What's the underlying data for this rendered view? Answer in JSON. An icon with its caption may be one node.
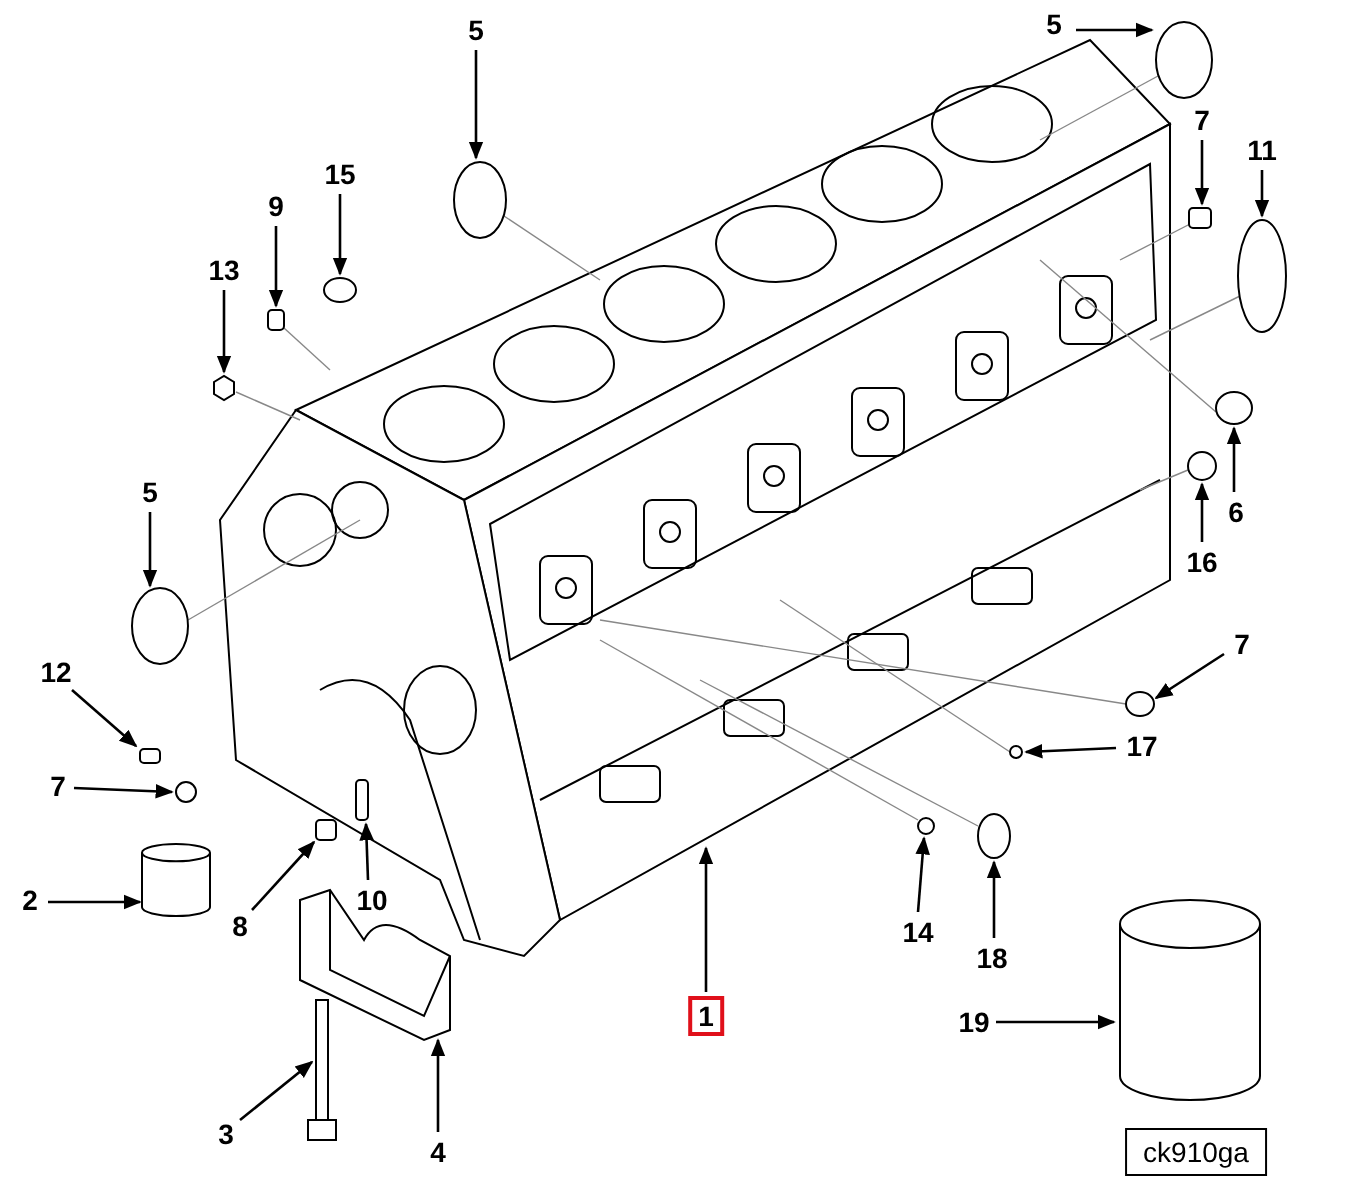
{
  "diagram": {
    "nodes": [
      {
        "text": [
          "5"
        ]
      },
      {
        "text": [
          "5"
        ]
      },
      {
        "text": [
          "7"
        ]
      },
      {
        "text": [
          "11"
        ]
      },
      {
        "text": [
          "9"
        ]
      },
      {
        "text": [
          "15"
        ]
      },
      {
        "text": [
          "13"
        ]
      },
      {
        "text": [
          "5"
        ]
      },
      {
        "text": [
          "6"
        ]
      },
      {
        "text": [
          "16"
        ]
      },
      {
        "text": [
          "12"
        ]
      },
      {
        "text": [
          "7"
        ]
      },
      {
        "text": [
          "7"
        ]
      },
      {
        "text": [
          "17"
        ]
      },
      {
        "text": [
          "2"
        ]
      },
      {
        "text": [
          "8"
        ]
      },
      {
        "text": [
          "10"
        ]
      },
      {
        "text": [
          "14"
        ]
      },
      {
        "text": [
          "18"
        ]
      },
      {
        "text": [
          "1"
        ]
      },
      {
        "text": [
          "19"
        ]
      },
      {
        "text": [
          "3"
        ]
      },
      {
        "text": [
          "4"
        ]
      },
      {
        "text": [
          "ck910ga"
        ]
      },
      {
        "text": [],
        "shape": "circle"
      },
      {
        "text": [],
        "shape": "circle"
      },
      {
        "text": [],
        "shape": "box"
      },
      {
        "text": [],
        "shape": "circle"
      },
      {
        "text": [],
        "shape": "box"
      },
      {
        "text": [],
        "shape": "circle"
      },
      {
        "text": [],
        "shape": "hexagon"
      },
      {
        "text": [],
        "shape": "circle"
      },
      {
        "text": [],
        "shape": "circle"
      },
      {
        "text": [],
        "shape": "circle"
      },
      {
        "text": [],
        "shape": "box"
      },
      {
        "text": [],
        "shape": "circle"
      },
      {
        "text": [],
        "shape": "circle"
      },
      {
        "text": [],
        "shape": "circle"
      },
      {
        "text": [],
        "shape": "cylinder"
      },
      {
        "text": [],
        "shape": "box"
      },
      {
        "text": [],
        "shape": "box"
      },
      {
        "text": [],
        "shape": "circle"
      },
      {
        "text": [],
        "shape": "circle"
      },
      {
        "text": [],
        "shape": "picture"
      },
      {
        "text": [],
        "shape": "cylinder"
      },
      {
        "text": [],
        "shape": "picture"
      },
      {
        "text": [],
        "shape": "picture"
      }
    ],
    "edges": [
      {
        "from": 0,
        "to": 24,
        "arrow": "to"
      },
      {
        "from": 1,
        "to": 25,
        "arrow": "to"
      },
      {
        "from": 2,
        "to": 26,
        "arrow": "to"
      },
      {
        "from": 3,
        "to": 27,
        "arrow": "to"
      },
      {
        "from": 4,
        "to": 28,
        "arrow": "to"
      },
      {
        "from": 5,
        "to": 29,
        "arrow": "to"
      },
      {
        "from": 6,
        "to": 30,
        "arrow": "to"
      },
      {
        "from": 7,
        "to": 31,
        "arrow": "to"
      },
      {
        "from": 8,
        "to": 32,
        "arrow": "to"
      },
      {
        "from": 9,
        "to": 33,
        "arrow": "to"
      },
      {
        "from": 10,
        "to": 34,
        "arrow": "to"
      },
      {
        "from": 11,
        "to": 35,
        "arrow": "to"
      },
      {
        "from": 12,
        "to": 36,
        "arrow": "to"
      },
      {
        "from": 13,
        "to": 37,
        "arrow": "to"
      },
      {
        "from": 14,
        "to": 38,
        "arrow": "to"
      },
      {
        "from": 15,
        "to": 39,
        "arrow": "to"
      },
      {
        "from": 16,
        "to": 40,
        "arrow": "to"
      },
      {
        "from": 17,
        "to": 41,
        "arrow": "to"
      },
      {
        "from": 18,
        "to": 42,
        "arrow": "to"
      },
      {
        "from": 19,
        "to": 43,
        "arrow": "to"
      },
      {
        "from": 20,
        "to": 44,
        "arrow": "to"
      },
      {
        "from": 21,
        "to": 45,
        "arrow": "to"
      },
      {
        "from": 22,
        "to": 46,
        "arrow": "to"
      },
      {
        "from": 24,
        "to": 43,
        "arrow": "none",
        "color": "#888888"
      },
      {
        "from": 25,
        "to": 43,
        "arrow": "none",
        "color": "#888888"
      },
      {
        "from": 26,
        "to": 43,
        "arrow": "none",
        "color": "#888888"
      },
      {
        "from": 27,
        "to": 43,
        "arrow": "none",
        "color": "#888888"
      },
      {
        "from": 28,
        "to": 43,
        "arrow": "none",
        "color": "#888888"
      },
      {
        "from": 30,
        "to": 43,
        "arrow": "none",
        "color": "#888888"
      },
      {
        "from": 31,
        "to": 43,
        "arrow": "none",
        "color": "#888888"
      },
      {
        "from": 32,
        "to": 43,
        "arrow": "none",
        "color": "#888888"
      },
      {
        "from": 33,
        "to": 43,
        "arrow": "none",
        "color": "#888888"
      },
      {
        "from": 35,
        "to": 43,
        "arrow": "none",
        "color": "#888888"
      },
      {
        "from": 37,
        "to": 43,
        "arrow": "none",
        "color": "#888888"
      },
      {
        "from": 41,
        "to": 43,
        "arrow": "none",
        "color": "#888888"
      },
      {
        "from": 42,
        "to": 43,
        "arrow": "none",
        "color": "#888888"
      }
    ]
  }
}
